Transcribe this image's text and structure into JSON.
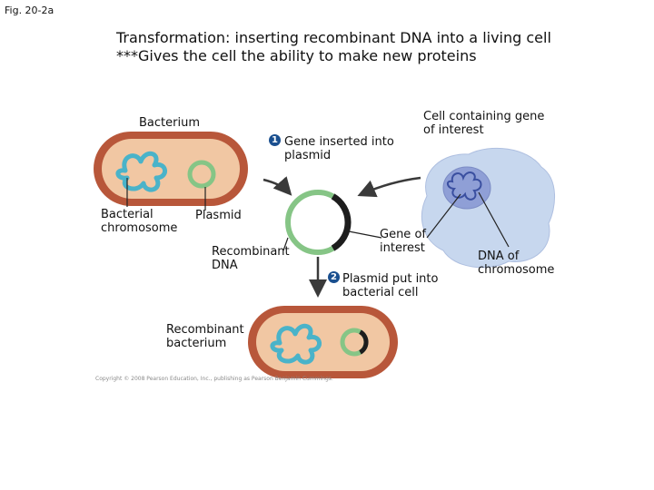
{
  "figure_label": "Fig. 20-2a",
  "title": "Transformation: inserting recombinant DNA into a living cell",
  "subtitle": "***Gives the cell the ability to make new proteins",
  "labels": {
    "bacterium": "Bacterium",
    "bacterial_chromosome": "Bacterial\nchromosome",
    "plasmid": "Plasmid",
    "step1_text": "Gene inserted into\nplasmid",
    "cell_containing_gene": "Cell containing gene\nof interest",
    "recombinant_dna": "Recombinant\nDNA",
    "gene_of_interest": "Gene of\ninterest",
    "dna_of_chromosome": "DNA of\nchromosome",
    "step2_text": "Plasmid put into\nbacterial cell",
    "recombinant_bacterium": "Recombinant\nbacterium"
  },
  "steps": {
    "one": "1",
    "two": "2"
  },
  "copyright": "Copyright © 2008 Pearson Education, Inc., publishing as Pearson Benjamin Cummings.",
  "colors": {
    "bacterium_outer": "#b8573a",
    "bacterium_inner": "#f1c7a3",
    "plasmid_ring": "#86c586",
    "gene_segment": "#1d1d1d",
    "dna_strand": "#4ab3c9",
    "cell_body": "#c7d7ee",
    "nucleus": "#8f9fd6",
    "step_badge": "#1a4f8f"
  }
}
